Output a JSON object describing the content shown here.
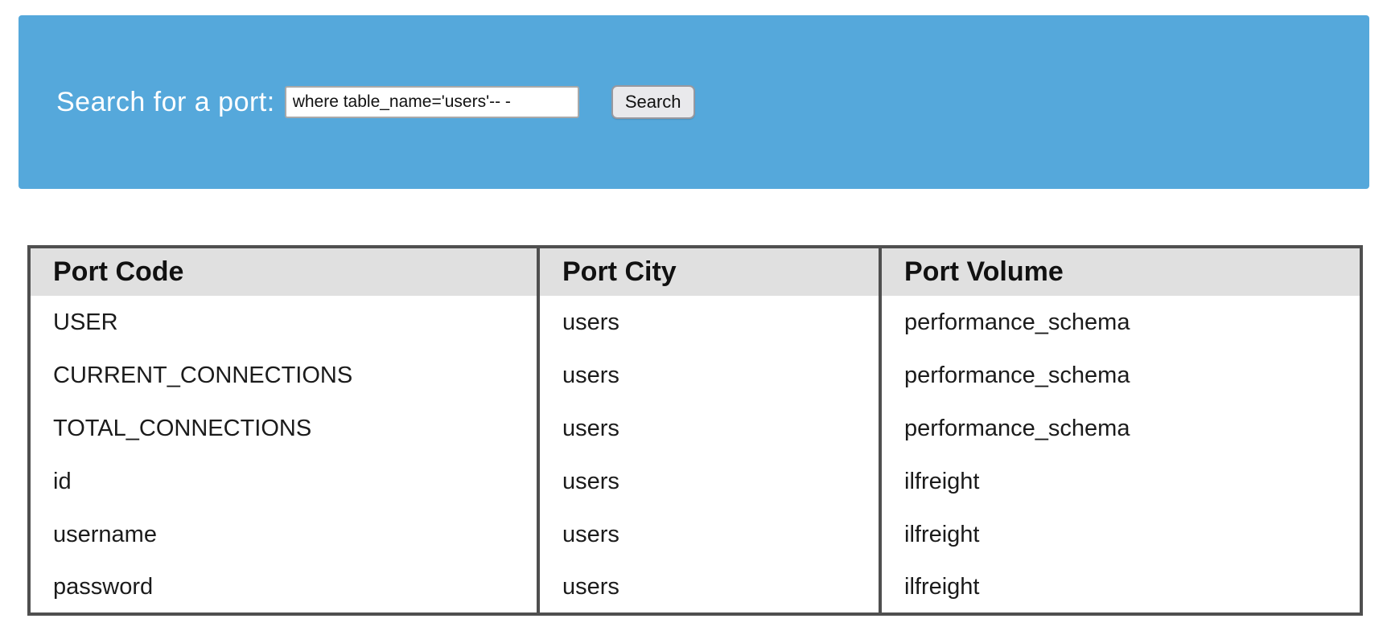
{
  "theme": {
    "accent-blue": "#55a8db",
    "table-border": "#4f4f4f",
    "header-bg": "#e0e0e0"
  },
  "search": {
    "label": "Search for a port:",
    "input_value": "where table_name='users'-- -",
    "button_label": "Search"
  },
  "table": {
    "columns": [
      "Port Code",
      "Port City",
      "Port Volume"
    ],
    "rows": [
      [
        "USER",
        "users",
        "performance_schema"
      ],
      [
        "CURRENT_CONNECTIONS",
        "users",
        "performance_schema"
      ],
      [
        "TOTAL_CONNECTIONS",
        "users",
        "performance_schema"
      ],
      [
        "id",
        "users",
        "ilfreight"
      ],
      [
        "username",
        "users",
        "ilfreight"
      ],
      [
        "password",
        "users",
        "ilfreight"
      ]
    ]
  }
}
